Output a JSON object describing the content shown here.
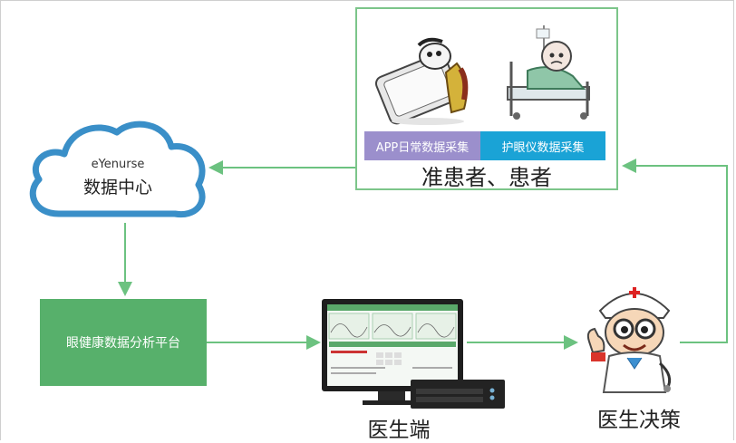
{
  "patient_panel": {
    "app_tag": "APP日常数据采集",
    "eye_tag": "护眼仪数据采集",
    "title": "准患者、患者"
  },
  "cloud": {
    "en_label": "eYenurse",
    "cn_label": "数据中心"
  },
  "platform": {
    "label": "眼健康数据分析平台"
  },
  "clinic": {
    "label": "医生端"
  },
  "decision": {
    "label": "医生决策"
  },
  "colors": {
    "arrow_green": "#6cc280",
    "panel_border": "#7cc58a",
    "app_tag_bg": "#9b8fcc",
    "eye_tag_bg": "#1aa3d6",
    "cloud_stroke": "#3a8fc8",
    "platform_bg": "#57b06b"
  }
}
